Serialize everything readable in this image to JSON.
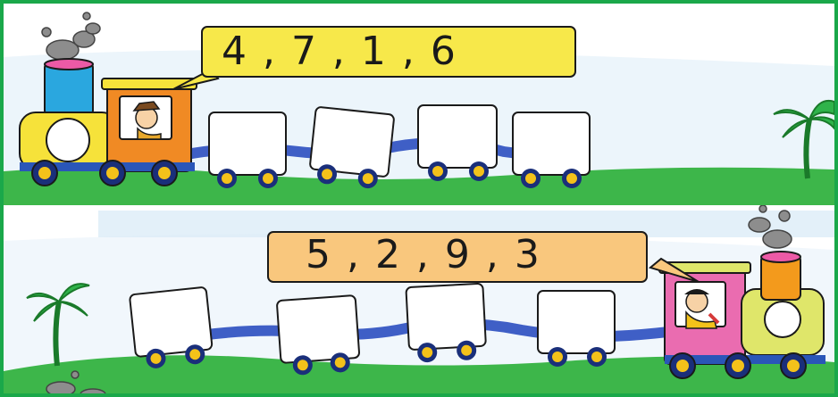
{
  "puzzles": [
    {
      "numbers": "4 , 7 , 1 , 6",
      "bubble_color": "#f7e84a",
      "engine_side": "left"
    },
    {
      "numbers": "5 , 2 , 9 , 3",
      "bubble_color": "#f9c77d",
      "engine_side": "right"
    }
  ],
  "colors": {
    "frame_border": "#1aa84a",
    "grass": "#3db64a",
    "sky": "#dcecf7",
    "track_link": "#3f5fc6",
    "wheel": "#f4c21a",
    "wheel_hub": "#1a2f7a",
    "cab_top": "#f0a12c",
    "cab_bottom": "#ea6cb0",
    "boiler_top": "#f6e23a",
    "boiler_bottom": "#dfe66a",
    "chimney_top": "#2aa7df",
    "chimney_bottom": "#f39a1c"
  },
  "icons": [
    "steam-cloud-icon",
    "palm-tree-icon",
    "driver-icon",
    "rock-icon"
  ]
}
